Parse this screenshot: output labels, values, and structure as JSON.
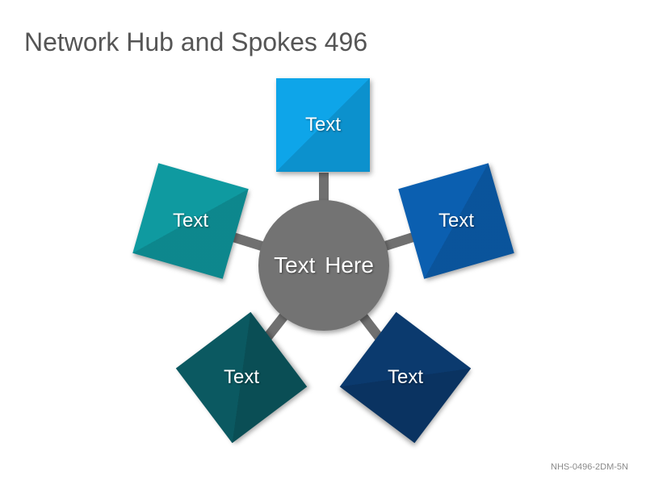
{
  "title": "Network Hub and Spokes 496",
  "footer_code": "NHS-0496-2DM-5N",
  "hub": {
    "label": "Text Here",
    "color": "#737373"
  },
  "spoke_color": "#707070",
  "spokes": [
    {
      "label": "Text",
      "color": "#0ea5e9"
    },
    {
      "label": "Text",
      "color": "#0b5fb0"
    },
    {
      "label": "Text",
      "color": "#0b3a6e"
    },
    {
      "label": "Text",
      "color": "#0b5961"
    },
    {
      "label": "Text",
      "color": "#0f9aa0"
    }
  ]
}
